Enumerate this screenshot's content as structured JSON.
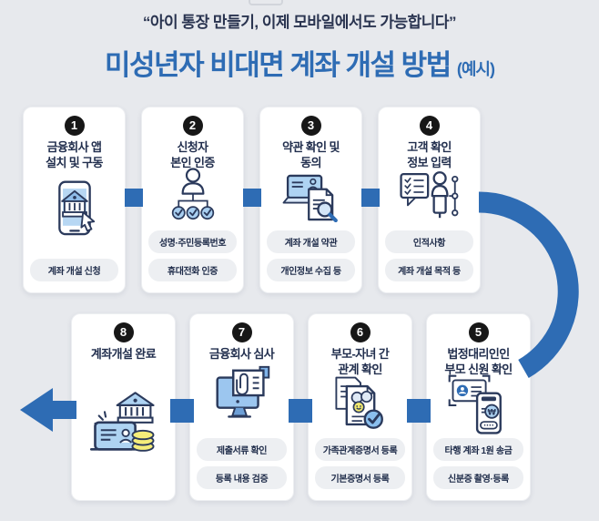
{
  "header": {
    "quote": "“아이 통장 만들기, 이제 모바일에서도 가능합니다”",
    "title": "미성년자 비대면 계좌 개설 방법",
    "title_suffix": "(예시)"
  },
  "colors": {
    "accent_blue": "#2e6cb4",
    "navy_text": "#222f4e",
    "page_background": "#e7e9ed",
    "card_background": "#ffffff",
    "pill_background": "#edeff2",
    "badge_black": "#171717",
    "icon_light_blue": "#aed3f2",
    "coin_yellow": "#f5ed7a"
  },
  "cards": [
    {
      "number": "1",
      "title_line1": "금융회사 앱",
      "title_line2": "설치 및 구동",
      "icon": "phone-bank-icon",
      "pills": [
        "계좌 개설 신청"
      ]
    },
    {
      "number": "2",
      "title_line1": "신청자",
      "title_line2": "본인 인증",
      "icon": "identity-verification-icon",
      "pills": [
        "성명·주민등록번호",
        "휴대전화 인증"
      ]
    },
    {
      "number": "3",
      "title_line1": "약관 확인 및",
      "title_line2": "동의",
      "icon": "terms-review-icon",
      "pills": [
        "계좌 개설 약관",
        "개인정보 수집 등"
      ]
    },
    {
      "number": "4",
      "title_line1": "고객 확인",
      "title_line2": "정보 입력",
      "icon": "customer-info-icon",
      "pills": [
        "인적사항",
        "계좌 개설 목적 등"
      ]
    },
    {
      "number": "5",
      "title_line1": "법정대리인인",
      "title_line2": "부모 신원 확인",
      "icon": "parent-id-check-icon",
      "pills": [
        "타행 계좌 1원 송금",
        "신분증 촬영·등록"
      ]
    },
    {
      "number": "6",
      "title_line1": "부모-자녀 간",
      "title_line2": "관계 확인",
      "icon": "family-certificate-icon",
      "pills": [
        "가족관계증명서 등록",
        "기본증명서 등록"
      ]
    },
    {
      "number": "7",
      "title_line1": "금융회사 심사",
      "title_line2": "",
      "icon": "company-review-icon",
      "pills": [
        "제출서류 확인",
        "등록 내용 검증"
      ]
    },
    {
      "number": "8",
      "title_line1": "계좌개설 완료",
      "title_line2": "",
      "icon": "account-complete-icon",
      "pills": []
    }
  ]
}
